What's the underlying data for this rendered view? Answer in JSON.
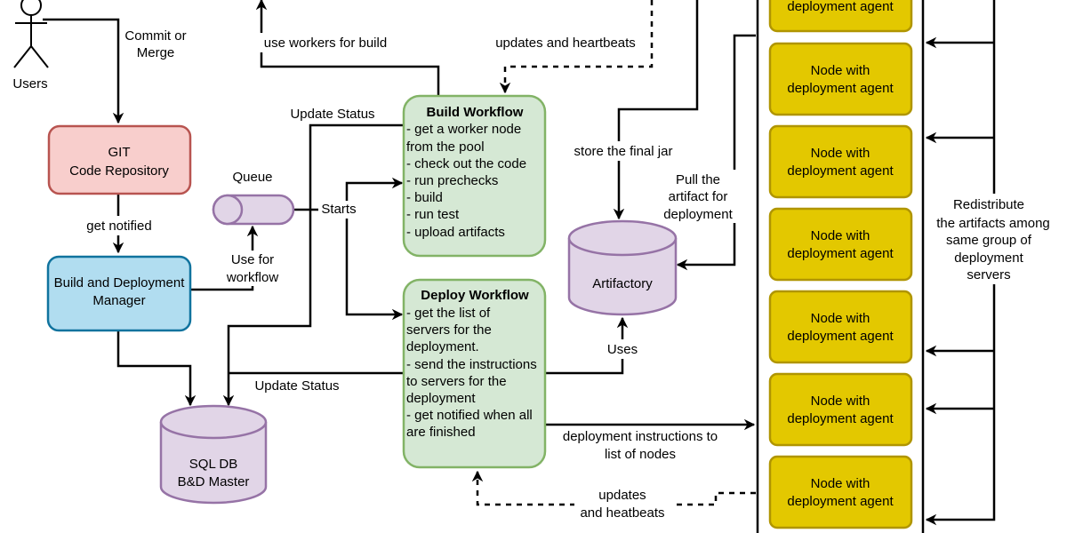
{
  "actors": {
    "users": "Users"
  },
  "boxes": {
    "git": [
      "GIT",
      "Code Repository"
    ],
    "manager": [
      "Build and Deployment",
      "Manager"
    ],
    "queue": "Queue",
    "build": {
      "title": "Build Workflow",
      "lines": [
        "- get a worker node",
        "from the pool",
        "- check out the code",
        "- run prechecks",
        "- build",
        "- run test",
        "- upload artifacts"
      ]
    },
    "deploy": {
      "title": "Deploy Workflow",
      "lines": [
        "- get the list of",
        "servers for the",
        "deployment.",
        "- send the instructions",
        "to servers for the",
        "deployment",
        "- get notified when all",
        "are finished"
      ]
    },
    "artifactory": "Artifactory",
    "sqldb": [
      "SQL DB",
      "B&D Master"
    ],
    "node": [
      "Node with",
      "deployment agent"
    ],
    "node_partial": "deployment agent"
  },
  "labels": {
    "commit": [
      "Commit or",
      "Merge"
    ],
    "get_notified": "get notified",
    "use_for_workflow": [
      "Use for",
      "workflow"
    ],
    "starts": "Starts",
    "update_status_top": "Update Status",
    "update_status_bottom": "Update Status",
    "use_workers": "use workers for build",
    "updates_heartbeats_top": "updates and heartbeats",
    "store_jar": "store the final jar",
    "pull_artifact": [
      "Pull the",
      "artifact for",
      "deployment"
    ],
    "uses": "Uses",
    "deploy_instructions": [
      "deployment instructions to",
      "list of nodes"
    ],
    "updates_heartbeats_bottom": [
      "updates",
      "and heatbeats"
    ],
    "redistribute": [
      "Redistribute",
      "the artifacts among",
      "same group of",
      "deployment",
      "servers"
    ]
  },
  "colors": {
    "git_fill": "#f8cecc",
    "git_stroke": "#b85450",
    "manager_fill": "#b1ddf0",
    "manager_stroke": "#10739e",
    "workflow_fill": "#d5e8d4",
    "workflow_stroke": "#82b366",
    "storage_fill": "#e1d5e7",
    "storage_stroke": "#9673a6",
    "node_fill": "#e3c800",
    "node_stroke": "#b09500"
  }
}
